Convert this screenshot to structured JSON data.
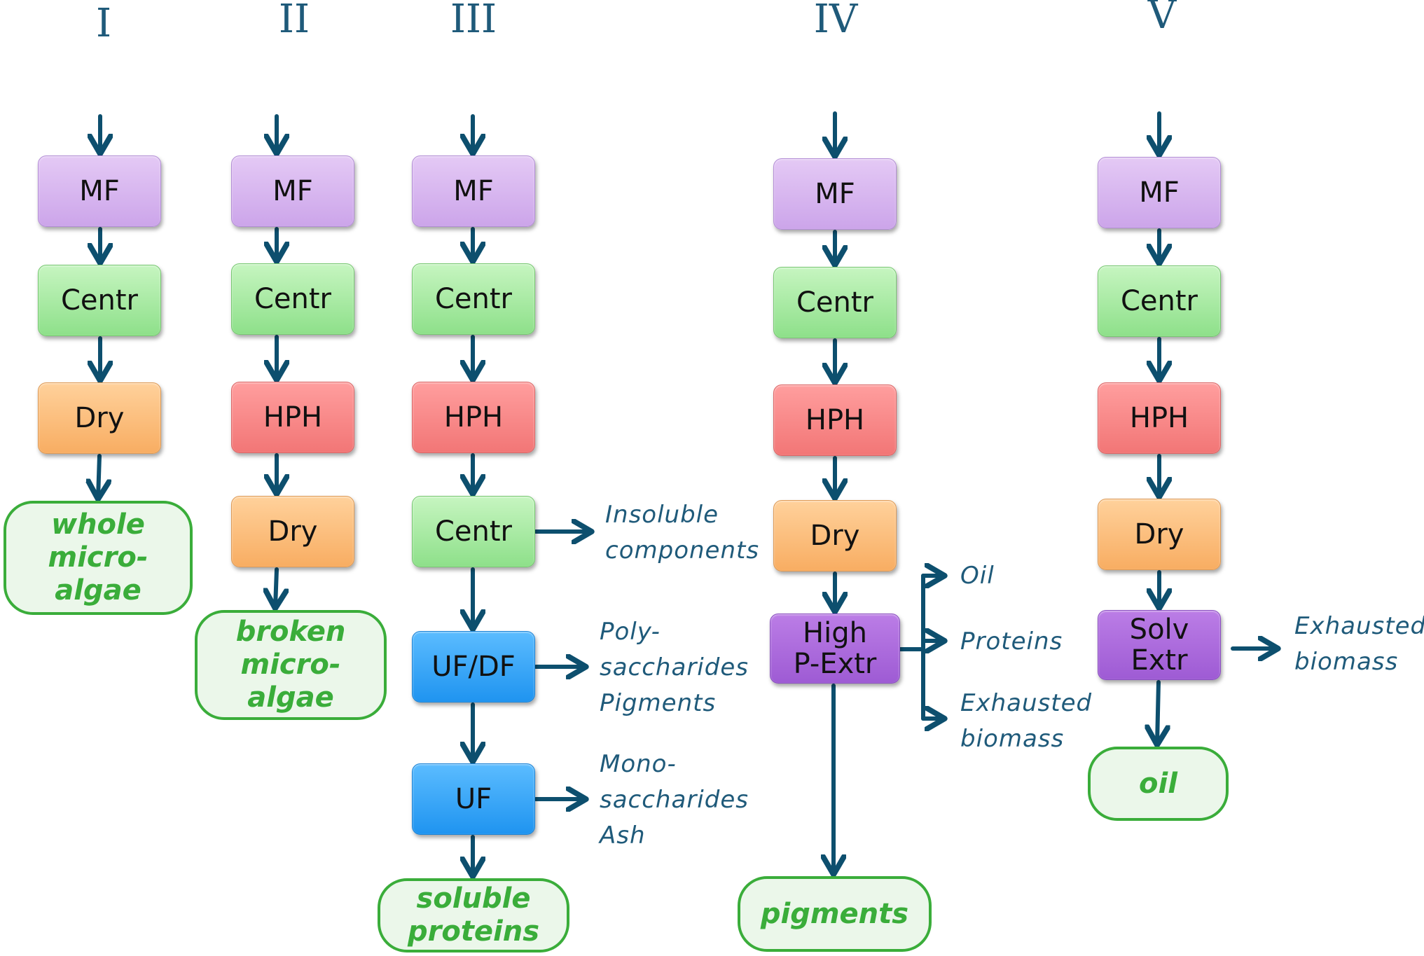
{
  "columns": [
    {
      "numeral": "I",
      "steps": [
        "MF",
        "Centr",
        "Dry"
      ],
      "product": "whole\nmicro-\nalgae"
    },
    {
      "numeral": "II",
      "steps": [
        "MF",
        "Centr",
        "HPH",
        "Dry"
      ],
      "product": "broken\nmicro-\nalgae"
    },
    {
      "numeral": "III",
      "steps": [
        "MF",
        "Centr",
        "HPH",
        "Centr",
        "UF/DF",
        "UF"
      ],
      "product": "soluble\nproteins",
      "side_outputs": [
        "Insoluble\ncomponents",
        "Poly-\nsaccharides\nPigments",
        "Mono-\nsaccharides\nAsh"
      ]
    },
    {
      "numeral": "IV",
      "steps": [
        "MF",
        "Centr",
        "HPH",
        "Dry",
        "High\nP-Extr"
      ],
      "product": "pigments",
      "side_outputs": [
        "Oil",
        "Proteins",
        "Exhausted\nbiomass"
      ]
    },
    {
      "numeral": "V",
      "steps": [
        "MF",
        "Centr",
        "HPH",
        "Dry",
        "Solv\nExtr"
      ],
      "product": "oil",
      "side_outputs": [
        "Exhausted\nbiomass"
      ]
    }
  ],
  "colors": {
    "arrow": "#0d4f6e",
    "MF": "#d6b8f0",
    "Centr": "#a6ea9f",
    "Dry": "#fbbe76",
    "HPH": "#f88585",
    "UF": "#3ba7fb",
    "Extr": "#aa6adc",
    "product_border": "#3aad3a",
    "product_text": "#3aad3a",
    "side_text": "#1f5a7a"
  }
}
